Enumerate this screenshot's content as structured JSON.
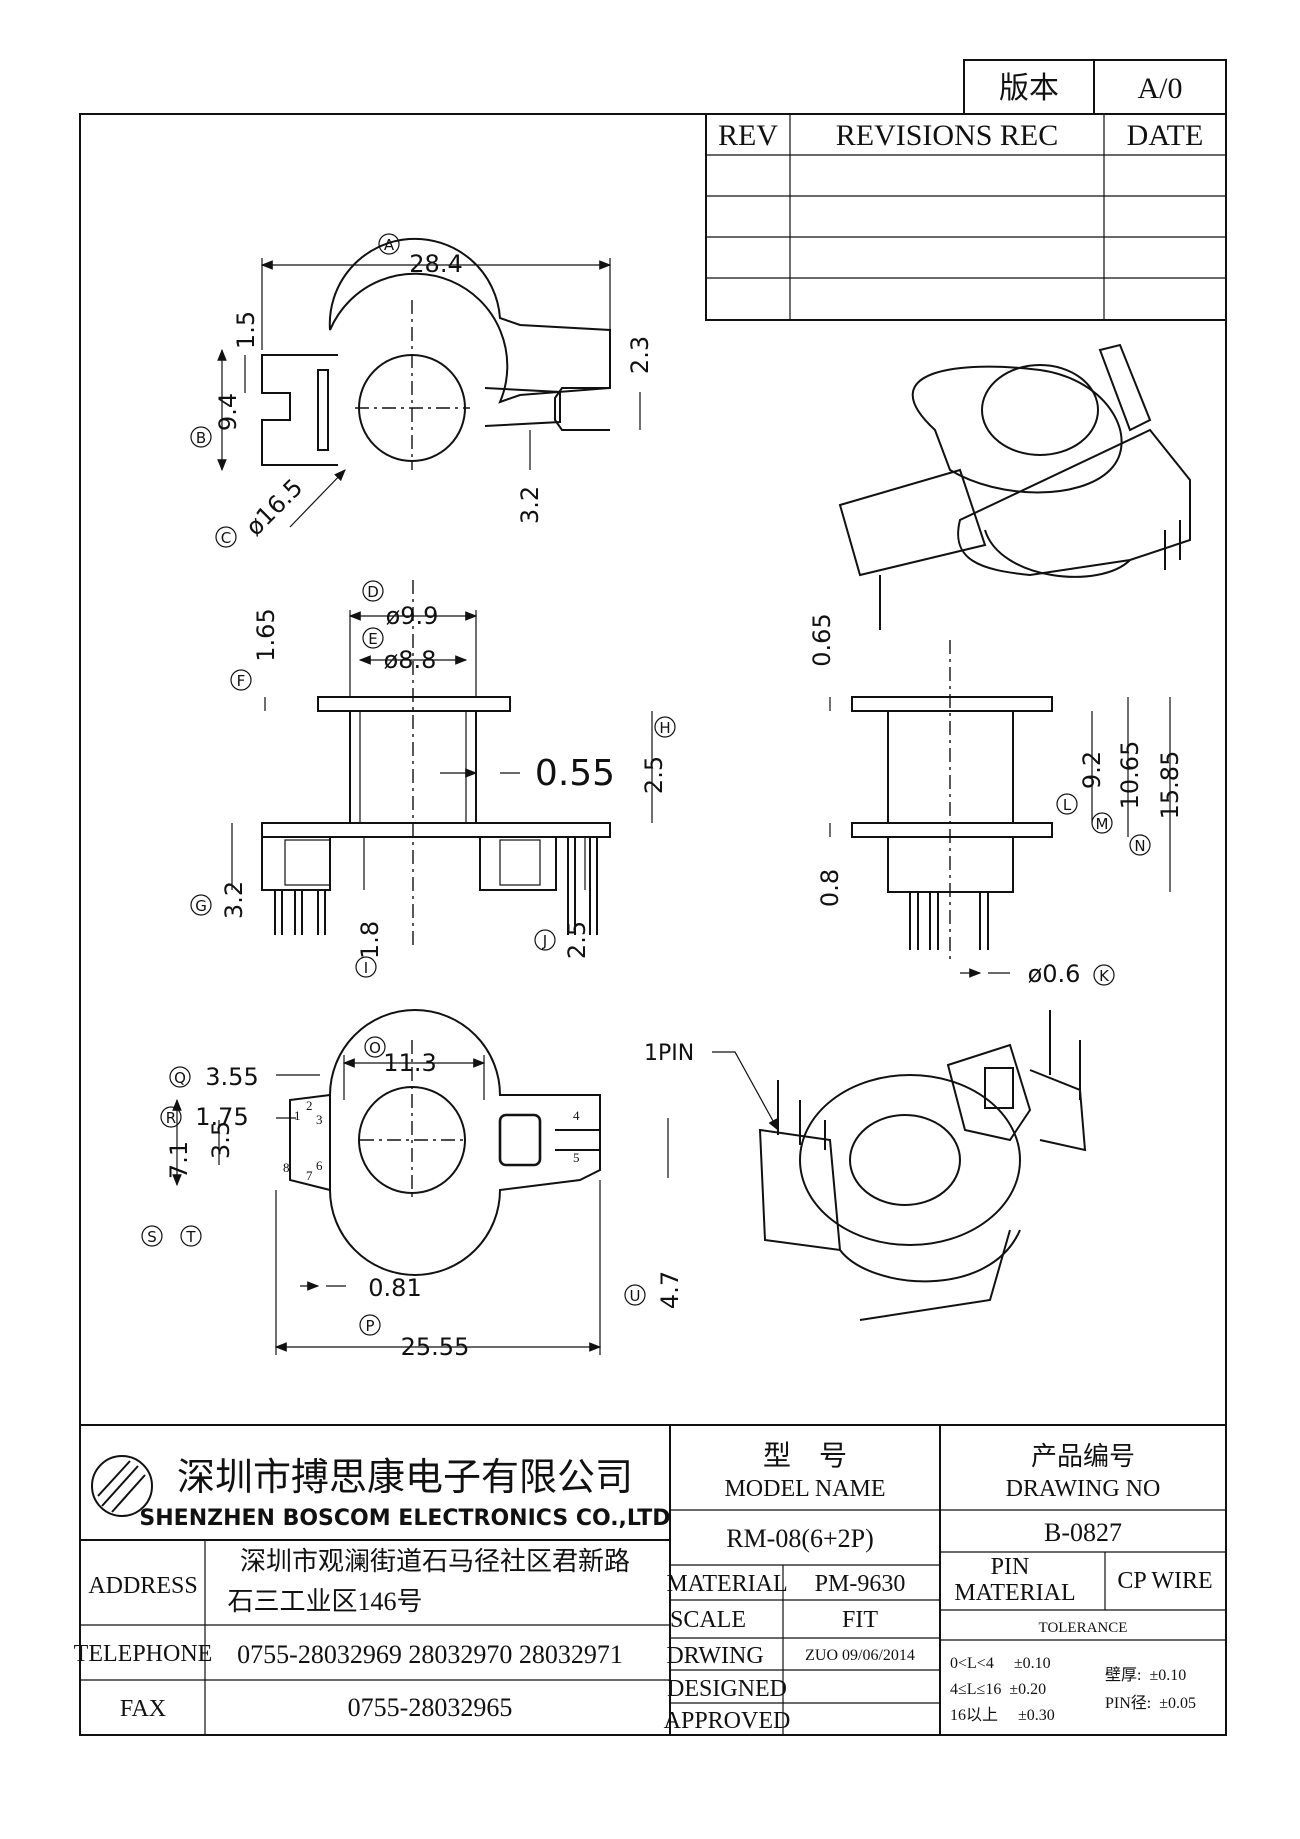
{
  "version_box": {
    "label": "版本",
    "value": "A/0"
  },
  "revisions": {
    "rev_header": "REV",
    "rec_header": "REVISIONS REC",
    "date_header": "DATE"
  },
  "dims": {
    "A": "A",
    "a_val": "28.4",
    "a_1_5": "1.5",
    "a_2_3": "2.3",
    "B": "B",
    "b_val": "9.4",
    "C": "C",
    "c_val": "ø16.5",
    "a_3_2": "3.2",
    "D": "D",
    "d_val": "ø9.9",
    "E": "E",
    "e_val": "ø8.8",
    "F": "F",
    "f_val": "1.65",
    "H": "H",
    "h_val": "2.5",
    "wall": "0.55",
    "G": "G",
    "g_val": "3.2",
    "I": "I",
    "i_val": "1.8",
    "J": "J",
    "j_val": "2.5",
    "top_065": "0.65",
    "L": "L",
    "l_val": "9.2",
    "M": "M",
    "m_val": "10.65",
    "N": "N",
    "n_val": "15.85",
    "side_08": "0.8",
    "K": "K",
    "k_val": "ø0.6",
    "O": "O",
    "o_val": "11.3",
    "Q": "Q",
    "q_val": "3.55",
    "R": "R",
    "r_val": "1.75",
    "S": "S",
    "s_val": "7.1",
    "T": "T",
    "t_val": "3.5",
    "U": "U",
    "u_val": "4.7",
    "b_081": "0.81",
    "P": "P",
    "p_val": "25.55",
    "pin1": "1PIN",
    "pins": [
      "1",
      "2",
      "3",
      "4",
      "5",
      "6",
      "7",
      "8"
    ]
  },
  "company": {
    "name_cn": "深圳市搏思康电子有限公司",
    "name_en": "SHENZHEN BOSCOM ELECTRONICS CO.,LTD"
  },
  "title_block": {
    "model_cn": "型    号",
    "model_en": "MODEL NAME",
    "model_value": "RM-08(6+2P)",
    "drawing_cn": "产品编号",
    "drawing_en": "DRAWING NO",
    "drawing_value": "B-0827",
    "address_label": "ADDRESS",
    "address_line1": "深圳市观澜街道石马径社区君新路",
    "address_line2": "石三工业区146号",
    "telephone_label": "TELEPHONE",
    "telephone_value": "0755-28032969 28032970 28032971",
    "fax_label": "FAX",
    "fax_value": "0755-28032965",
    "material_label": "MATERIAL",
    "material_value": "PM-9630",
    "scale_label": "SCALE",
    "scale_value": "FIT",
    "drawing_label": "DRWING",
    "drawing_by": "ZUO 09/06/2014",
    "designed_label": "DESIGNED",
    "approved_label": "APPROVED",
    "pin_label": "PIN",
    "pin_material_label": "MATERIAL",
    "pin_material_value": "CP WIRE",
    "tolerance_label": "TOLERANCE",
    "tol_1": "0<L<4     ±0.10",
    "tol_2": "4≤L≤16  ±0.20",
    "tol_3": "16以上     ±0.30",
    "wall_tol": "壁厚:  ±0.10",
    "pin_tol": "PIN径:  ±0.05"
  }
}
